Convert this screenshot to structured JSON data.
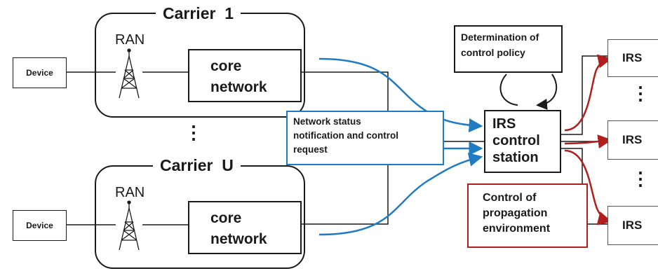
{
  "carriers": [
    {
      "title": "Carrier  1",
      "ran_label": "RAN",
      "device_label": "Device",
      "core_label_line1": "core",
      "core_label_line2": "network"
    },
    {
      "title": "Carrier  U",
      "ran_label": "RAN",
      "device_label": "Device",
      "core_label_line1": "core",
      "core_label_line2": "network"
    }
  ],
  "ellipsis": "⋮",
  "status_note": {
    "line1": "Network status",
    "line2": "notification and control",
    "line3": "request"
  },
  "policy_box": {
    "line1": "Determination of",
    "line2": "control policy"
  },
  "control_station": {
    "line1": "IRS",
    "line2": "control",
    "line3": "station"
  },
  "propagation_box": {
    "line1": "Control of",
    "line2": "propagation",
    "line3": "environment"
  },
  "irs_units": [
    "IRS",
    "IRS",
    "IRS"
  ],
  "colors": {
    "blue_link": "#1f7bc2",
    "red_link": "#b01e1e",
    "line": "#1a1a1a"
  }
}
